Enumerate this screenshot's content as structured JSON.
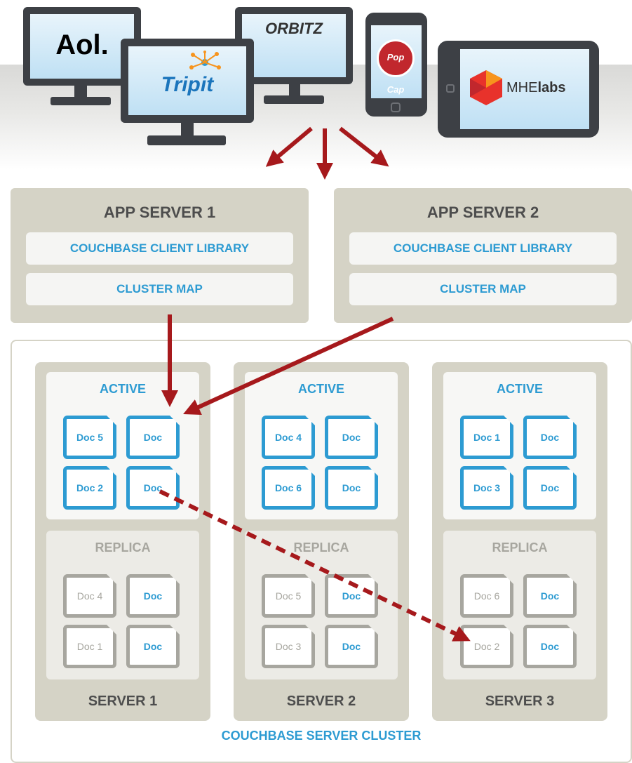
{
  "devices": {
    "brands": [
      "Aol.",
      "Tripit",
      "ORBITZ",
      "Pop Cap",
      "MHElabs"
    ],
    "mhe_prefix": "MHE",
    "mhe_suffix": "labs"
  },
  "app_servers": [
    {
      "title": "APP SERVER 1",
      "library": "COUCHBASE CLIENT LIBRARY",
      "map": "CLUSTER MAP"
    },
    {
      "title": "APP SERVER 2",
      "library": "COUCHBASE CLIENT LIBRARY",
      "map": "CLUSTER MAP"
    }
  ],
  "cluster": {
    "label": "COUCHBASE SERVER CLUSTER",
    "active_label": "ACTIVE",
    "replica_label": "REPLICA",
    "servers": [
      {
        "name": "SERVER 1",
        "active": [
          "Doc 5",
          "Doc",
          "Doc 2",
          "Doc"
        ],
        "replica": [
          "Doc 4",
          "Doc",
          "Doc 1",
          "Doc"
        ]
      },
      {
        "name": "SERVER 2",
        "active": [
          "Doc 4",
          "Doc",
          "Doc 6",
          "Doc"
        ],
        "replica": [
          "Doc 5",
          "Doc",
          "Doc 3",
          "Doc"
        ]
      },
      {
        "name": "SERVER 3",
        "active": [
          "Doc 1",
          "Doc",
          "Doc 3",
          "Doc"
        ],
        "replica": [
          "Doc 6",
          "Doc",
          "Doc 2",
          "Doc"
        ]
      }
    ]
  },
  "colors": {
    "accent_blue": "#2d9bd2",
    "arrow_red": "#a6191c",
    "panel_tan": "#d5d3c6",
    "replica_gray": "#a7a69f",
    "device_dark": "#3d4045"
  }
}
